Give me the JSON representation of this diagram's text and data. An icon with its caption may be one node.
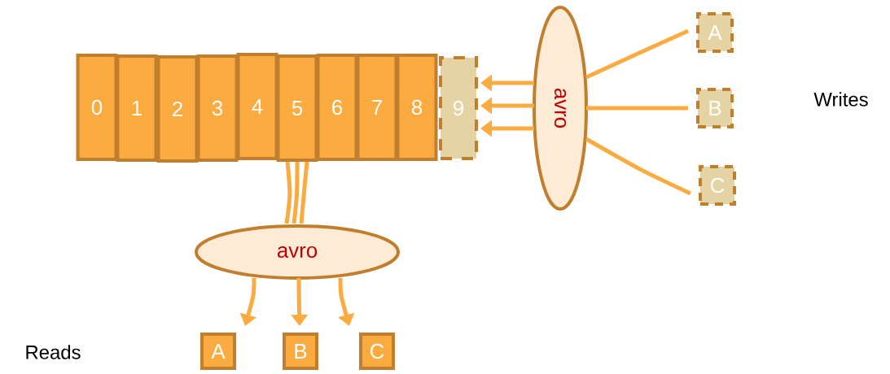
{
  "diagram": {
    "nodes": [
      {
        "text": [
          "0"
        ]
      },
      {
        "text": [
          "1"
        ]
      },
      {
        "text": [
          "2"
        ]
      },
      {
        "text": [
          "3"
        ]
      },
      {
        "text": [
          "4"
        ]
      },
      {
        "text": [
          "5"
        ]
      },
      {
        "text": [
          "6"
        ]
      },
      {
        "text": [
          "7"
        ]
      },
      {
        "text": [
          "8"
        ]
      },
      {
        "text": [
          "9"
        ]
      },
      {
        "text": [
          "avro"
        ]
      },
      {
        "text": [
          "A"
        ]
      },
      {
        "text": [
          "B"
        ]
      },
      {
        "text": [
          "C"
        ]
      },
      {
        "text": [
          "avro"
        ]
      },
      {
        "text": [
          "A"
        ]
      },
      {
        "text": [
          "B"
        ]
      },
      {
        "text": [
          "C"
        ]
      }
    ],
    "edges": [
      {
        "from": 11,
        "to": 10,
        "arrow": "none"
      },
      {
        "from": 12,
        "to": 10,
        "arrow": "none"
      },
      {
        "from": 13,
        "to": 10,
        "arrow": "none"
      },
      {
        "from": 10,
        "to": 9,
        "arrow": "to"
      },
      {
        "from": 10,
        "to": 9,
        "arrow": "to"
      },
      {
        "from": 10,
        "to": 9,
        "arrow": "to"
      },
      {
        "from": 5,
        "to": 14,
        "arrow": "none"
      },
      {
        "from": 5,
        "to": 14,
        "arrow": "none"
      },
      {
        "from": 5,
        "to": 14,
        "arrow": "none"
      },
      {
        "from": 14,
        "to": 15,
        "arrow": "to"
      },
      {
        "from": 14,
        "to": 16,
        "arrow": "to"
      },
      {
        "from": 14,
        "to": 17,
        "arrow": "to"
      }
    ],
    "labels": [
      "Writes",
      "Reads"
    ]
  }
}
